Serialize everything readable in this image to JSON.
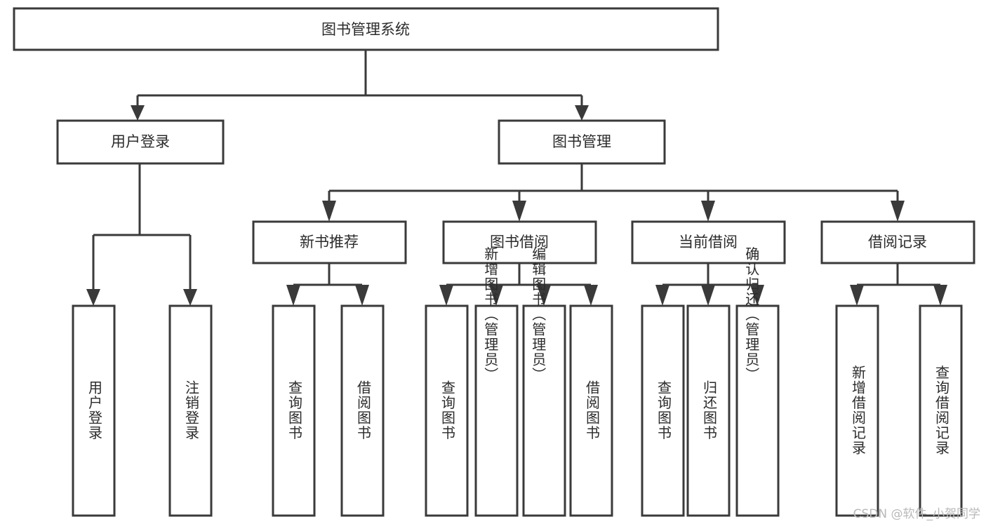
{
  "diagram": {
    "type": "hierarchy-tree",
    "title": "图书管理系统",
    "orientation": "top-down",
    "style": {
      "box_fill": "#ffffff",
      "box_stroke": "#3a3a3a",
      "connector_color": "#3a3a3a",
      "text_color": "#2b2b2b",
      "background": "#ffffff"
    },
    "levels": [
      {
        "level": 0,
        "nodes": [
          {
            "id": "root",
            "label": "图书管理系统",
            "orientation": "horizontal"
          }
        ]
      },
      {
        "level": 1,
        "nodes": [
          {
            "id": "user-login",
            "label": "用户登录",
            "orientation": "horizontal",
            "parent": "root"
          },
          {
            "id": "book-manage",
            "label": "图书管理",
            "orientation": "horizontal",
            "parent": "root"
          }
        ]
      },
      {
        "level": 2,
        "nodes": [
          {
            "id": "new-book-rec",
            "label": "新书推荐",
            "orientation": "horizontal",
            "parent": "book-manage"
          },
          {
            "id": "book-borrow",
            "label": "图书借阅",
            "orientation": "horizontal",
            "parent": "book-manage"
          },
          {
            "id": "current-borrow",
            "label": "当前借阅",
            "orientation": "horizontal",
            "parent": "book-manage"
          },
          {
            "id": "borrow-record",
            "label": "借阅记录",
            "orientation": "horizontal",
            "parent": "book-manage"
          }
        ]
      },
      {
        "level": 3,
        "nodes": [
          {
            "id": "leaf-user-login",
            "label": "用户登录",
            "orientation": "vertical",
            "parent": "user-login"
          },
          {
            "id": "leaf-logout",
            "label": "注销登录",
            "orientation": "vertical",
            "parent": "user-login"
          },
          {
            "id": "leaf-query-book-1",
            "label": "查询图书",
            "orientation": "vertical",
            "parent": "new-book-rec"
          },
          {
            "id": "leaf-borrow-book-1",
            "label": "借阅图书",
            "orientation": "vertical",
            "parent": "new-book-rec"
          },
          {
            "id": "leaf-query-book-2",
            "label": "查询图书",
            "orientation": "vertical",
            "parent": "book-borrow"
          },
          {
            "id": "leaf-add-book",
            "label": "新增图书（管理员）",
            "orientation": "vertical",
            "parent": "book-borrow"
          },
          {
            "id": "leaf-edit-book",
            "label": "编辑图书（管理员）",
            "orientation": "vertical",
            "parent": "book-borrow"
          },
          {
            "id": "leaf-borrow-book-2",
            "label": "借阅图书",
            "orientation": "vertical",
            "parent": "book-borrow"
          },
          {
            "id": "leaf-query-book-3",
            "label": "查询图书",
            "orientation": "vertical",
            "parent": "current-borrow"
          },
          {
            "id": "leaf-return-book",
            "label": "归还图书",
            "orientation": "vertical",
            "parent": "current-borrow"
          },
          {
            "id": "leaf-confirm-return",
            "label": "确认归还（管理员）",
            "orientation": "vertical",
            "parent": "current-borrow"
          },
          {
            "id": "leaf-add-record",
            "label": "新增借阅记录",
            "orientation": "vertical",
            "parent": "borrow-record"
          },
          {
            "id": "leaf-query-record",
            "label": "查询借阅记录",
            "orientation": "vertical",
            "parent": "borrow-record"
          }
        ]
      }
    ]
  },
  "watermark": {
    "text": "CSDN @软件_小贺同学"
  }
}
